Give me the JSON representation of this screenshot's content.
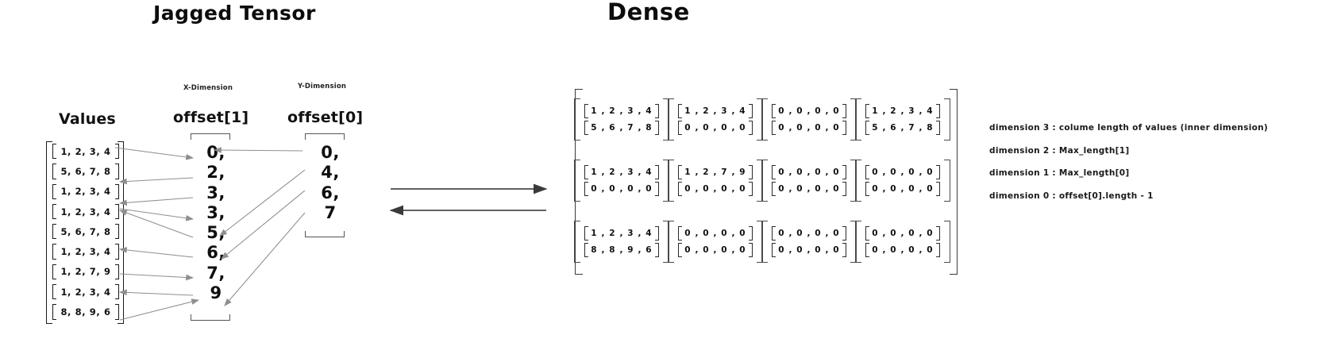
{
  "headings": {
    "jagged": "Jagged Tensor",
    "dense": "Dense"
  },
  "jagged": {
    "values_title": "Values",
    "offset1_title": "offset[1]",
    "offset0_title": "offset[0]",
    "x_dimension_label": "X-Dimension",
    "y_dimension_label": "Y-Dimension",
    "values": [
      "1, 2, 3, 4",
      "5, 6, 7, 8",
      "1, 2, 3, 4",
      "1, 2, 3, 4",
      "5, 6, 7, 8",
      "1, 2, 3, 4",
      "1, 2, 7, 9",
      "1, 2, 3, 4",
      "8, 8, 9, 6"
    ],
    "offset1": [
      "0,",
      "2,",
      "3,",
      "3,",
      "5,",
      "6,",
      "7,",
      "9"
    ],
    "offset0": [
      "0,",
      "4,",
      "6,",
      "7"
    ]
  },
  "dense": {
    "cells": [
      [
        [
          "1 , 2 , 3 , 4",
          "5 , 6 , 7 , 8"
        ],
        [
          "1 , 2 , 3 , 4",
          "0 , 0 , 0 , 0"
        ],
        [
          "0 , 0 , 0 , 0",
          "0 , 0 , 0 , 0"
        ],
        [
          "1 , 2 , 3 , 4",
          "5 , 6 , 7 , 8"
        ]
      ],
      [
        [
          "1 , 2 , 3 , 4",
          "0 , 0 , 0 , 0"
        ],
        [
          "1 , 2 , 7 , 9",
          "0 , 0 , 0 , 0"
        ],
        [
          "0 , 0 , 0 , 0",
          "0 , 0 , 0 , 0"
        ],
        [
          "0 , 0 , 0 , 0",
          "0 , 0 , 0 , 0"
        ]
      ],
      [
        [
          "1 , 2 , 3 , 4",
          "8 , 8 , 9 , 6"
        ],
        [
          "0 , 0 , 0 , 0",
          "0 , 0 , 0 , 0"
        ],
        [
          "0 , 0 , 0 , 0",
          "0 , 0 , 0 , 0"
        ],
        [
          "0 , 0 , 0 , 0",
          "0 , 0 , 0 , 0"
        ]
      ]
    ]
  },
  "annotations": [
    "dimension 3 : colume length of values (inner dimension)",
    "dimension 2 : Max_length[1]",
    "dimension 1  : Max_length[0]",
    "dimension 0 : offset[0].length - 1"
  ],
  "colors": {
    "ink": "#111111",
    "arrow": "#8a8a8a",
    "bracket": "#4a4a4a",
    "background": "#ffffff"
  }
}
